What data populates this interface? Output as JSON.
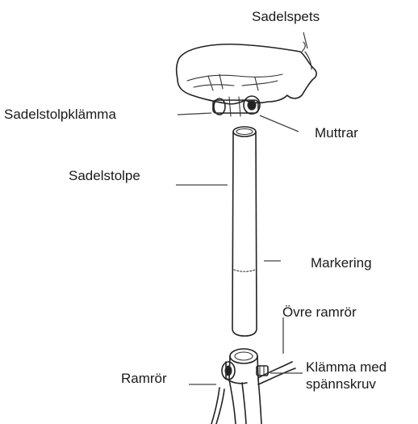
{
  "labels": {
    "saddle_tip": "Sadelspets",
    "seatpost_clamp": "Sadelstolpklämma",
    "nuts": "Muttrar",
    "seatpost": "Sadelstolpe",
    "marking": "Markering",
    "top_tube": "Övre ramrör",
    "frame_tube": "Ramrör",
    "clamp_with_bolt_line1": "Klämma med",
    "clamp_with_bolt_line2": "spännskruv"
  }
}
